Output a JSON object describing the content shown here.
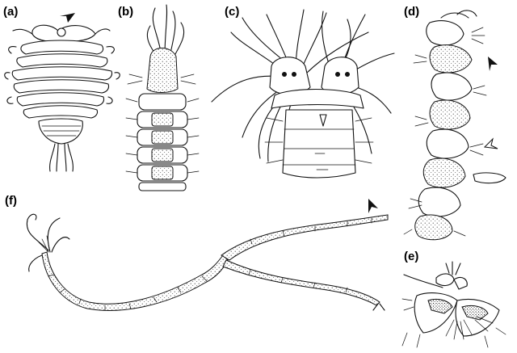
{
  "figure": {
    "panels": [
      {
        "id": "a",
        "label": "(a)"
      },
      {
        "id": "b",
        "label": "(b)"
      },
      {
        "id": "c",
        "label": "(c)"
      },
      {
        "id": "d",
        "label": "(d)"
      },
      {
        "id": "e",
        "label": "(e)"
      },
      {
        "id": "f",
        "label": "(f)"
      }
    ],
    "arrowheads": [
      {
        "panel": "a",
        "style": "filled"
      },
      {
        "panel": "d",
        "style": "filled"
      },
      {
        "panel": "d",
        "style": "open"
      },
      {
        "panel": "f",
        "style": "filled"
      }
    ],
    "style": {
      "ink": "#111111",
      "background": "#ffffff"
    }
  }
}
